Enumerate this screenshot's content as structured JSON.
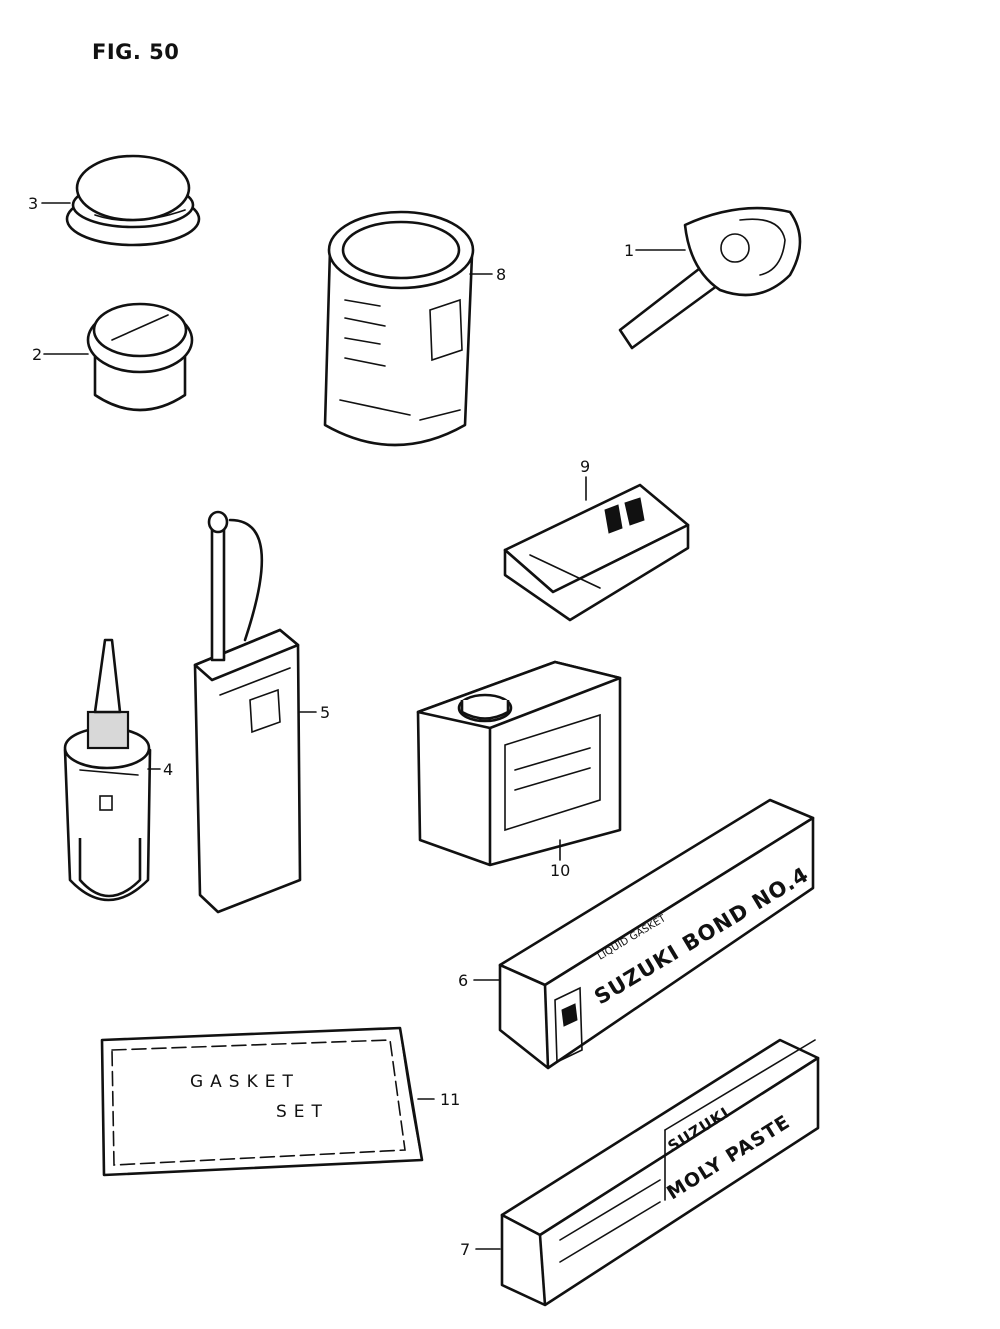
{
  "figure": {
    "title": "FIG. 50"
  },
  "callouts": {
    "part1": "1",
    "part2": "2",
    "part3": "3",
    "part4": "4",
    "part5": "5",
    "part6": "6",
    "part7": "7",
    "part8": "8",
    "part9": "9",
    "part10": "10",
    "part11": "11"
  },
  "labels": {
    "part6_line1": "LIQUID GASKET",
    "part6_line2": "SUZUKI BOND NO.4",
    "part7_line1": "SUZUKI",
    "part7_line2": "MOLY PASTE",
    "part11_line1": "GASKET",
    "part11_line2": "SET"
  }
}
